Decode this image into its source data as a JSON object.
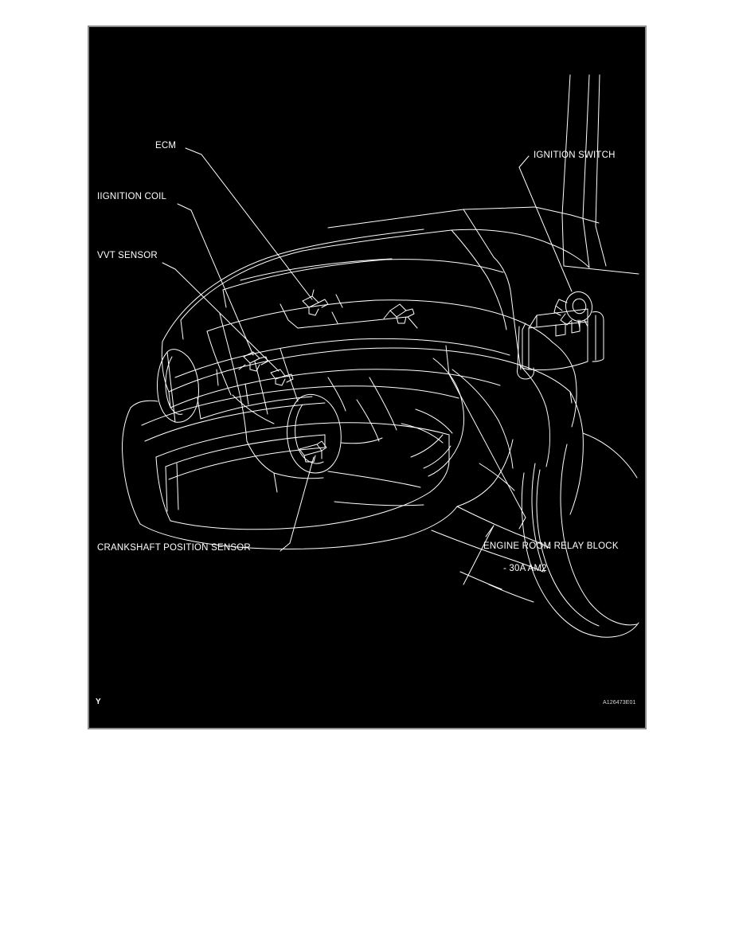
{
  "page": {
    "background_color": "#ffffff",
    "frame_border_color": "#8c8c8c",
    "plate_color": "#000000",
    "line_color": "#ffffff"
  },
  "figure": {
    "corner_mark": "Y",
    "figure_code": "A126473E01"
  },
  "callouts": [
    {
      "id": "ecm",
      "label": "ECM"
    },
    {
      "id": "ignition_coil",
      "label": "IIGNITION COIL"
    },
    {
      "id": "vvt_sensor",
      "label": "VVT SENSOR"
    },
    {
      "id": "ignition_switch",
      "label": "IGNITION SWITCH"
    },
    {
      "id": "crankshaft",
      "label": "CRANKSHAFT POSITION SENSOR"
    },
    {
      "id": "relay_block",
      "label": "ENGINE ROOM RELAY BLOCK"
    },
    {
      "id": "relay_fuse",
      "label": "- 30A AM2"
    }
  ],
  "labels": {
    "ecm": "ECM",
    "ignition_coil": "IIGNITION COIL",
    "vvt_sensor": "VVT SENSOR",
    "ignition_switch": "IGNITION SWITCH",
    "crankshaft_position_sensor": "CRANKSHAFT POSITION SENSOR",
    "engine_room_relay_block": "ENGINE ROOM RELAY BLOCK",
    "engine_room_relay_block_fuse": "- 30A AM2"
  }
}
